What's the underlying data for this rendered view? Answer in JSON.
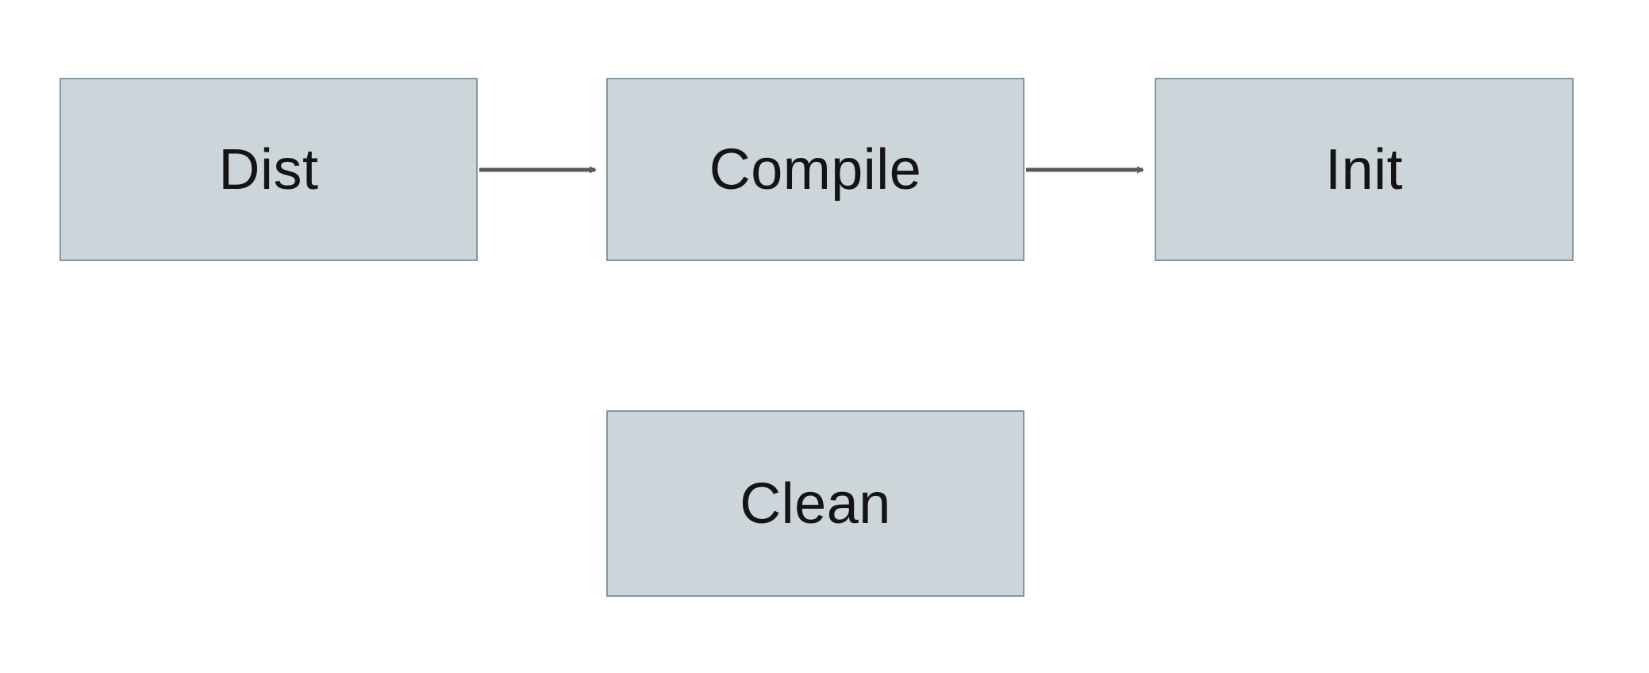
{
  "diagram": {
    "title": "build-tasks-flow",
    "nodes": [
      {
        "id": "dist",
        "label": "Dist"
      },
      {
        "id": "compile",
        "label": "Compile"
      },
      {
        "id": "init",
        "label": "Init"
      },
      {
        "id": "clean",
        "label": "Clean"
      }
    ],
    "edges": [
      {
        "from": "dist",
        "to": "compile",
        "direction": "right"
      },
      {
        "from": "compile",
        "to": "init",
        "direction": "right"
      }
    ],
    "colors": {
      "node_fill": "#ccd6da",
      "node_border": "#82979f",
      "arrow": "#595959",
      "text": "#141414",
      "background": "#ffffff"
    }
  }
}
